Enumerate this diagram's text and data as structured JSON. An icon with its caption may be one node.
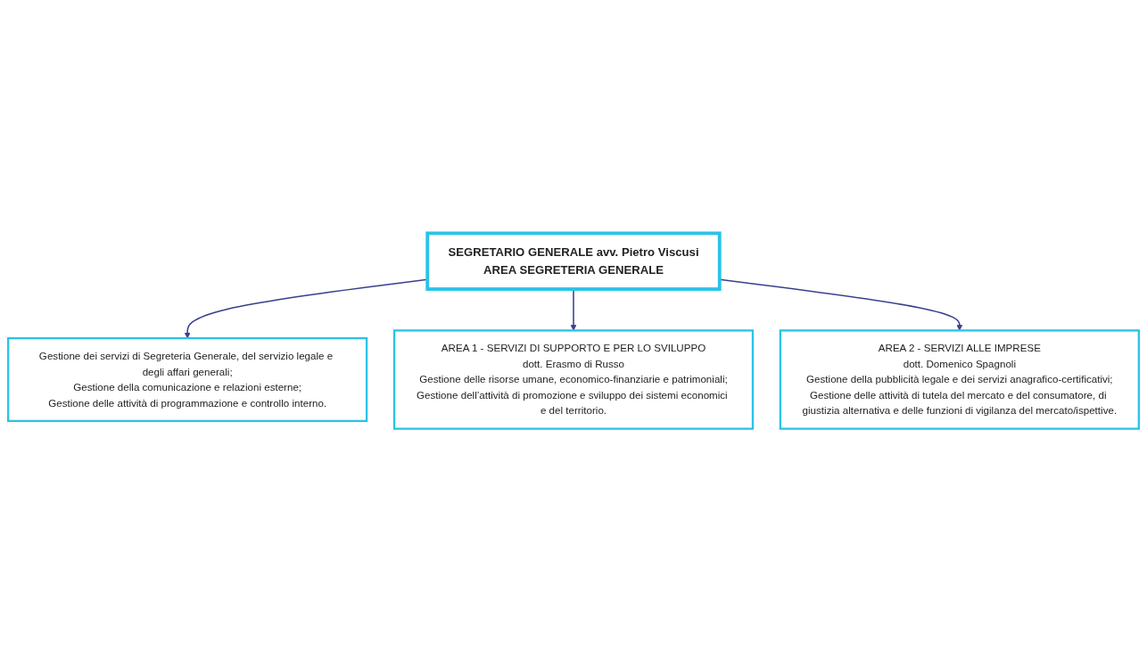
{
  "diagram": {
    "nodes": [
      {
        "text": [
          "SEGRETARIO GENERALE avv. Pietro Viscusi",
          "AREA SEGRETERIA GENERALE"
        ]
      },
      {
        "text": [
          "Gestione dei servizi di Segreteria Generale, del servizio legale e degli affari generali;",
          "Gestione della comunicazione e relazioni esterne;",
          "Gestione delle attività di programmazione e controllo interno."
        ]
      },
      {
        "text": [
          "AREA 1 - SERVIZI DI SUPPORTO E PER LO SVILUPPO",
          "dott. Erasmo di Russo",
          "Gestione delle risorse umane, economico-finanziarie e patrimoniali;",
          "Gestione dell’attività di promozione e sviluppo dei sistemi economici e del territorio."
        ]
      },
      {
        "text": [
          "AREA 2 - SERVIZI ALLE IMPRESE",
          "dott. Domenico Spagnoli",
          "Gestione della pubblicità legale e dei servizi anagrafico-certificativi;",
          "Gestione delle attività di tutela del mercato e del consumatore, di giustizia alternativa e delle funzioni di vigilanza del mercato/ispettive."
        ]
      }
    ],
    "edges": [
      {
        "from": 0,
        "to": 1,
        "arrow": "to"
      },
      {
        "from": 0,
        "to": 2,
        "arrow": "to"
      },
      {
        "from": 0,
        "to": 3,
        "arrow": "to"
      }
    ]
  }
}
